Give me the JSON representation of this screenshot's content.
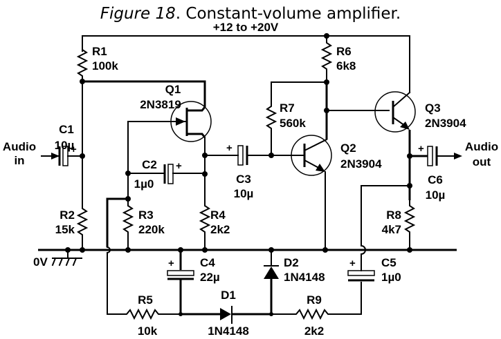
{
  "figure": {
    "number_label": "Figure 18",
    "title": ". Constant-volume amplifier."
  },
  "supply": {
    "label": "+12 to +20V"
  },
  "ground": {
    "label": "0V"
  },
  "io": {
    "input": [
      "Audio",
      "in"
    ],
    "output": [
      "Audio",
      "out"
    ]
  },
  "components": {
    "R1": {
      "name": "R1",
      "value": "100k"
    },
    "R2": {
      "name": "R2",
      "value": "15k"
    },
    "R3": {
      "name": "R3",
      "value": "220k"
    },
    "R4": {
      "name": "R4",
      "value": "2k2"
    },
    "R5": {
      "name": "R5",
      "value": "10k"
    },
    "R6": {
      "name": "R6",
      "value": "6k8"
    },
    "R7": {
      "name": "R7",
      "value": "560k"
    },
    "R8": {
      "name": "R8",
      "value": "4k7"
    },
    "R9": {
      "name": "R9",
      "value": "2k2"
    },
    "C1": {
      "name": "C1",
      "value": "10µ"
    },
    "C2": {
      "name": "C2",
      "value": "1µ0"
    },
    "C3": {
      "name": "C3",
      "value": "10µ"
    },
    "C4": {
      "name": "C4",
      "value": "22µ"
    },
    "C5": {
      "name": "C5",
      "value": "1µ0"
    },
    "C6": {
      "name": "C6",
      "value": "10µ"
    },
    "Q1": {
      "name": "Q1",
      "value": "2N3819"
    },
    "Q2": {
      "name": "Q2",
      "value": "2N3904"
    },
    "Q3": {
      "name": "Q3",
      "value": "2N3904"
    },
    "D1": {
      "name": "D1",
      "value": "1N4148"
    },
    "D2": {
      "name": "D2",
      "value": "1N4148"
    }
  },
  "polarity_mark": "+"
}
